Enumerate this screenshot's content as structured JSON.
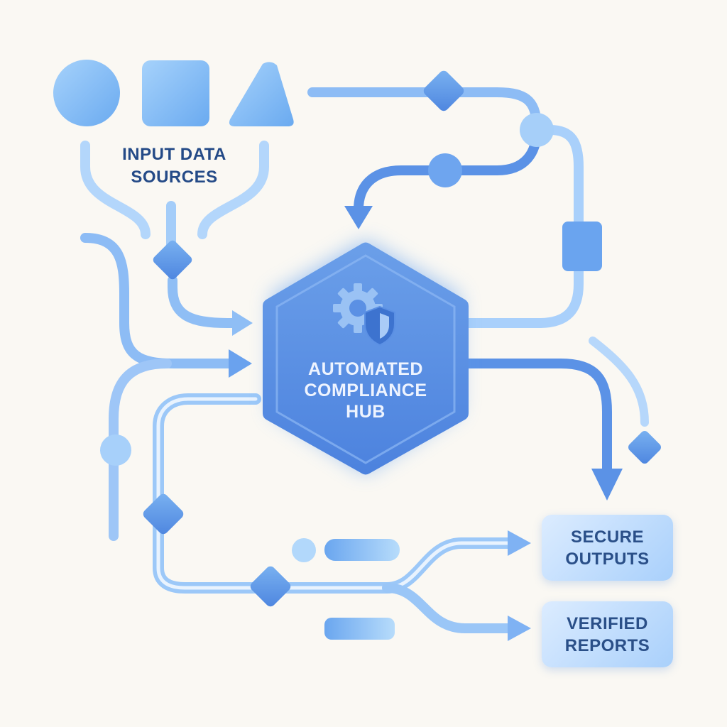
{
  "diagram": {
    "input_label": "INPUT DATA\nSOURCES",
    "hub_label": "AUTOMATED\nCOMPLIANCE\nHUB",
    "outputs": [
      {
        "label": "SECURE\nOUTPUTS"
      },
      {
        "label": "VERIFIED\nREPORTS"
      }
    ]
  },
  "icons": {
    "input_shapes": [
      "circle-icon",
      "square-icon",
      "triangle-icon"
    ],
    "hub_icon": "gear-shield-icon"
  },
  "colors": {
    "background": "#faf8f3",
    "primary_blue": "#5b92e6",
    "light_blue": "#9fc8fb",
    "label_dark": "#244a87"
  }
}
